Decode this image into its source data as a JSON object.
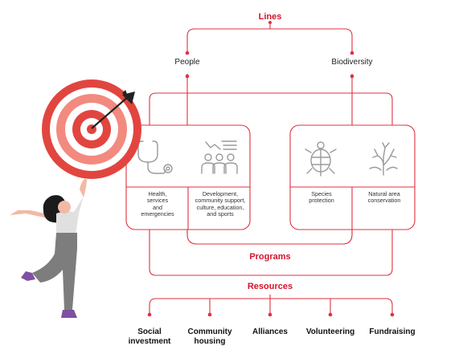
{
  "colors": {
    "accent": "#d6122a",
    "line": "#e0303f",
    "icon": "#9a9a9a",
    "target_outer": "#e2453f",
    "target_mid": "#f28a7f"
  },
  "diagram": {
    "lines_title": "Lines",
    "lines": [
      "People",
      "Biodiversity"
    ],
    "programs": [
      {
        "label": "Health,\nservices\nand\nemergencies",
        "icon": "stethoscope-icon"
      },
      {
        "label": "Development,\ncommunity support,\nculture, education,\nand sports",
        "icon": "community-icon"
      },
      {
        "label": "Species\nprotection",
        "icon": "turtle-icon"
      },
      {
        "label": "Natural area\nconservation",
        "icon": "coral-icon"
      }
    ],
    "programs_title": "Programs",
    "resources_title": "Resources",
    "resources": [
      "Social\ninvestment",
      "Community\nhousing",
      "Alliances",
      "Volunteering",
      "Fundraising"
    ]
  }
}
